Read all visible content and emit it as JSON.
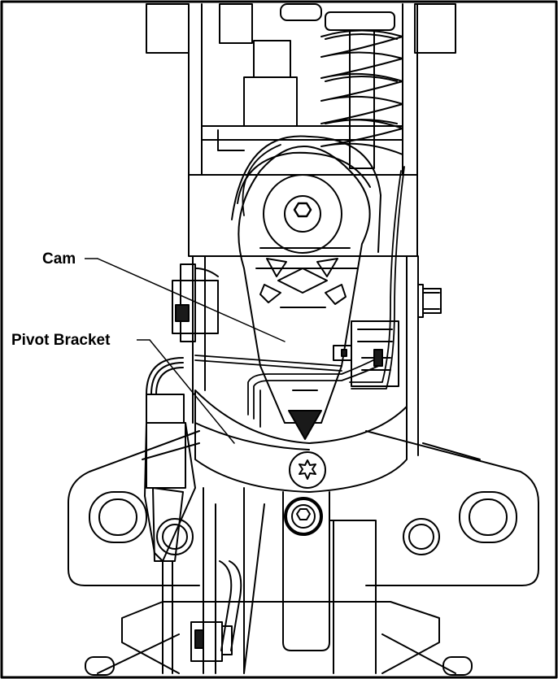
{
  "callouts": {
    "cam": "Cam",
    "pivot_bracket": "Pivot Bracket"
  },
  "colors": {
    "ink": "#000000",
    "paper": "#ffffff",
    "dark_fill": "#1a1a1a"
  },
  "icons": {
    "cam_bolt": "hex-socket-bolt",
    "bracket_screw": "torx-screw",
    "lower_bolt": "hex-socket-bolt"
  }
}
